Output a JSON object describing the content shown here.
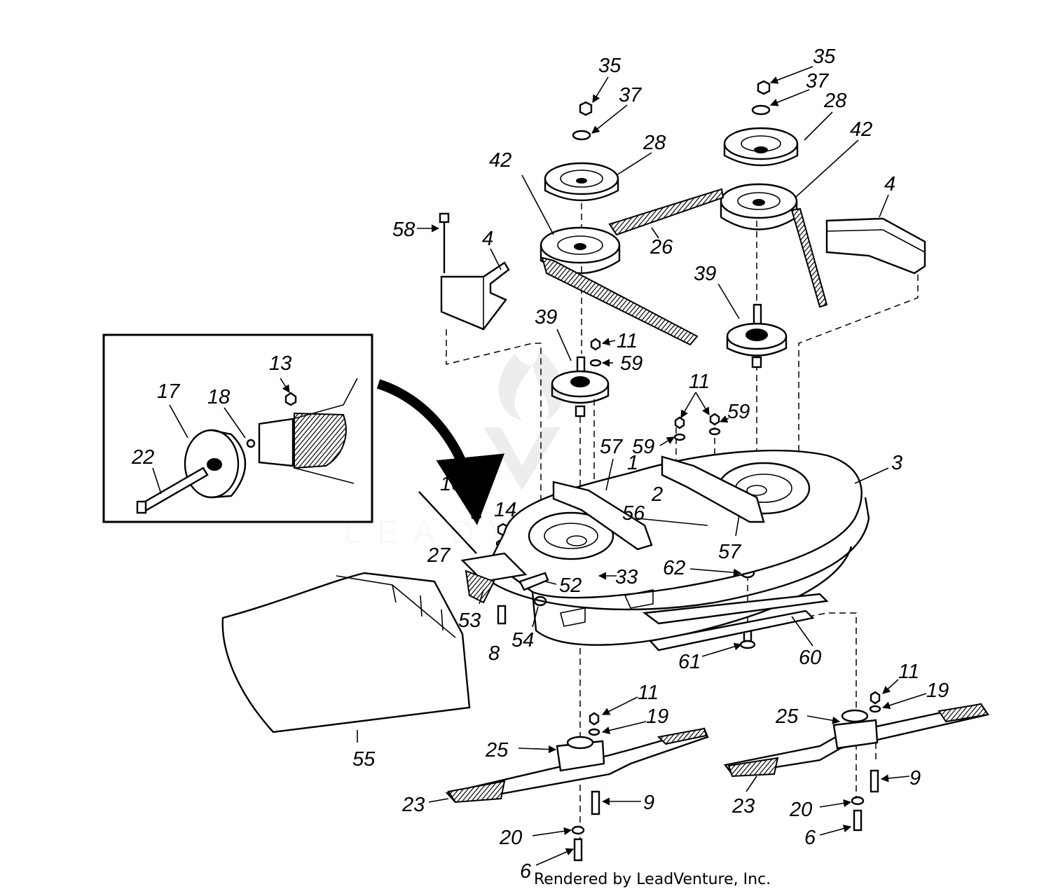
{
  "diagram": {
    "watermark": "LEADVENTURE",
    "footer": "Rendered by LeadVenture, Inc.",
    "callouts": [
      {
        "id": "c35a",
        "text": "35"
      },
      {
        "id": "c37a",
        "text": "37"
      },
      {
        "id": "c28a",
        "text": "28"
      },
      {
        "id": "c42a",
        "text": "42"
      },
      {
        "id": "c35b",
        "text": "35"
      },
      {
        "id": "c37b",
        "text": "37"
      },
      {
        "id": "c28b",
        "text": "28"
      },
      {
        "id": "c42b",
        "text": "42"
      },
      {
        "id": "c58",
        "text": "58"
      },
      {
        "id": "c4a",
        "text": "4"
      },
      {
        "id": "c4b",
        "text": "4"
      },
      {
        "id": "c26",
        "text": "26"
      },
      {
        "id": "c39a",
        "text": "39"
      },
      {
        "id": "c39b",
        "text": "39"
      },
      {
        "id": "c11a",
        "text": "11"
      },
      {
        "id": "c59a",
        "text": "59"
      },
      {
        "id": "c13",
        "text": "13"
      },
      {
        "id": "c17",
        "text": "17"
      },
      {
        "id": "c18",
        "text": "18"
      },
      {
        "id": "c22",
        "text": "22"
      },
      {
        "id": "c11b",
        "text": "11"
      },
      {
        "id": "c59b",
        "text": "59"
      },
      {
        "id": "c59c",
        "text": "59"
      },
      {
        "id": "c57a",
        "text": "57"
      },
      {
        "id": "c1",
        "text": "1"
      },
      {
        "id": "c3",
        "text": "3"
      },
      {
        "id": "c10",
        "text": "10"
      },
      {
        "id": "c2",
        "text": "2"
      },
      {
        "id": "c14",
        "text": "14"
      },
      {
        "id": "c56",
        "text": "56"
      },
      {
        "id": "c27",
        "text": "27"
      },
      {
        "id": "c57b",
        "text": "57"
      },
      {
        "id": "c62",
        "text": "62"
      },
      {
        "id": "c33",
        "text": "33"
      },
      {
        "id": "c52",
        "text": "52"
      },
      {
        "id": "c53",
        "text": "53"
      },
      {
        "id": "c54",
        "text": "54"
      },
      {
        "id": "c8",
        "text": "8"
      },
      {
        "id": "c61",
        "text": "61"
      },
      {
        "id": "c60",
        "text": "60"
      },
      {
        "id": "c11c",
        "text": "11"
      },
      {
        "id": "c19a",
        "text": "19"
      },
      {
        "id": "c11d",
        "text": "11"
      },
      {
        "id": "c19b",
        "text": "19"
      },
      {
        "id": "c25a",
        "text": "25"
      },
      {
        "id": "c25b",
        "text": "25"
      },
      {
        "id": "c55",
        "text": "55"
      },
      {
        "id": "c23a",
        "text": "23"
      },
      {
        "id": "c9a",
        "text": "9"
      },
      {
        "id": "c23b",
        "text": "23"
      },
      {
        "id": "c9b",
        "text": "9"
      },
      {
        "id": "c20a",
        "text": "20"
      },
      {
        "id": "c20b",
        "text": "20"
      },
      {
        "id": "c6a",
        "text": "6"
      },
      {
        "id": "c6b",
        "text": "6"
      }
    ]
  }
}
